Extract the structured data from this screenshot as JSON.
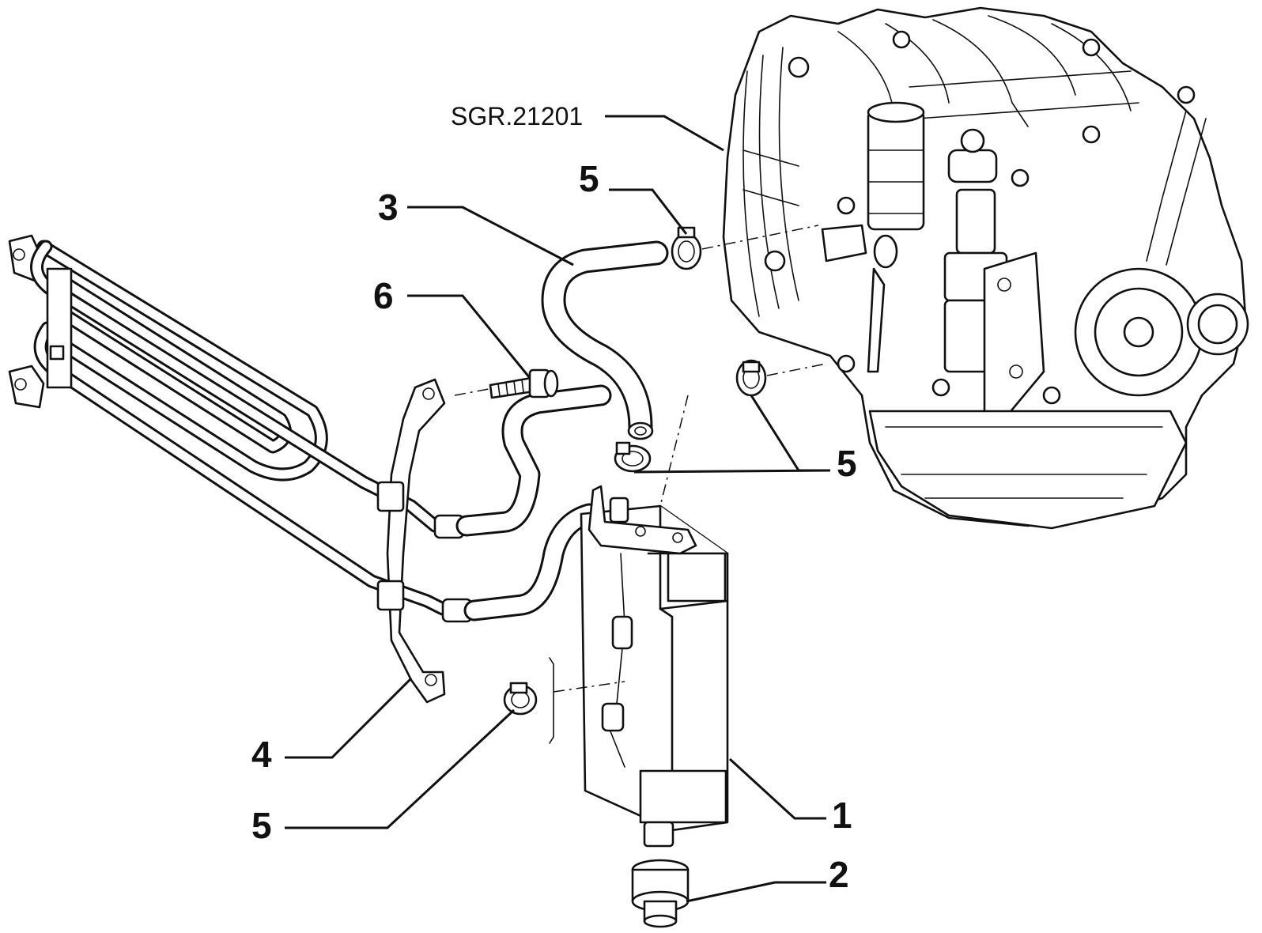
{
  "diagram": {
    "reference_code": "SGR.21201",
    "callouts": {
      "part_1": "1",
      "part_2": "2",
      "part_3": "3",
      "part_4": "4",
      "part_5_top": "5",
      "part_5_right": "5",
      "part_5_bottom": "5",
      "part_6": "6"
    }
  }
}
